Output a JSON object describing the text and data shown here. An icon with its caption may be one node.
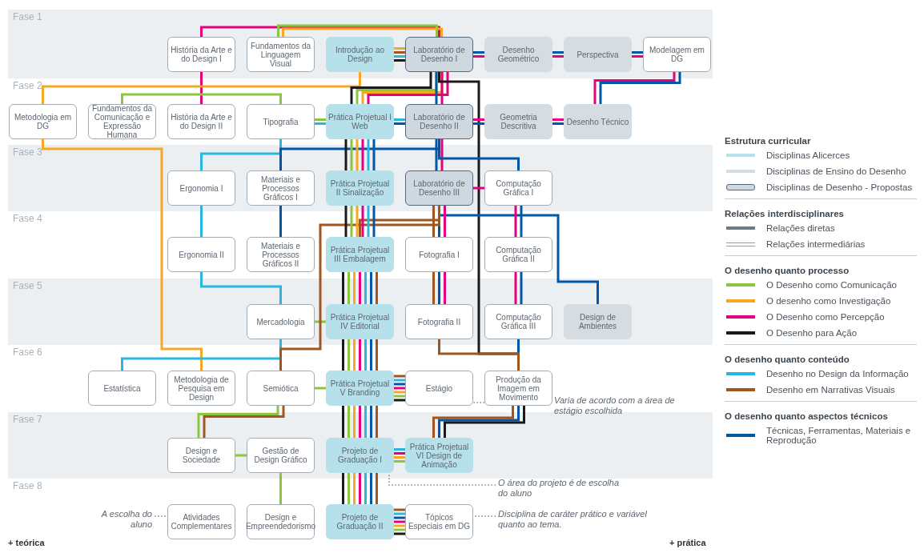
{
  "diagram": {
    "nodes": [
      {
        "text": [
          "Fase 1"
        ]
      },
      {
        "text": [
          "História da Arte e do Design I"
        ],
        "in": 0
      },
      {
        "text": [
          "Fundamentos da Linguagem Visual"
        ],
        "in": 0
      },
      {
        "text": [
          "Introdução ao Design"
        ],
        "in": 0
      },
      {
        "text": [
          "Laboratório de Desenho I"
        ],
        "in": 0
      },
      {
        "text": [
          "Desenho Geométrico"
        ],
        "in": 0
      },
      {
        "text": [
          "Perspectiva"
        ],
        "in": 0
      },
      {
        "text": [
          "Modelagem em DG"
        ],
        "in": 0
      },
      {
        "text": [
          "Fase 2"
        ]
      },
      {
        "text": [
          "Metodologia em DG"
        ],
        "in": 8
      },
      {
        "text": [
          "Fundamentos da Comunicação e Expressão Humana"
        ],
        "in": 8
      },
      {
        "text": [
          "História da Arte e do Design II"
        ],
        "in": 8
      },
      {
        "text": [
          "Tipografia"
        ],
        "in": 8
      },
      {
        "text": [
          "Prática Projetual I Web"
        ],
        "in": 8
      },
      {
        "text": [
          "Laboratório de Desenho II"
        ],
        "in": 8
      },
      {
        "text": [
          "Geometria Descritiva"
        ],
        "in": 8
      },
      {
        "text": [
          "Desenho Técnico"
        ],
        "in": 8
      },
      {
        "text": [
          "Fase 3"
        ]
      },
      {
        "text": [
          "Ergonomia I"
        ],
        "in": 17
      },
      {
        "text": [
          "Materiais e Processos Gráficos I"
        ],
        "in": 17
      },
      {
        "text": [
          "Prática Projetual II Sinalização"
        ],
        "in": 17
      },
      {
        "text": [
          "Laboratório de Desenho III"
        ],
        "in": 17
      },
      {
        "text": [
          "Computação Gráfica I"
        ],
        "in": 17
      },
      {
        "text": [
          "Fase 4"
        ]
      },
      {
        "text": [
          "Ergonomia II"
        ],
        "in": 23
      },
      {
        "text": [
          "Materiais e Processos Gráficos II"
        ],
        "in": 23
      },
      {
        "text": [
          "Prática Projetual III Embalagem"
        ],
        "in": 23
      },
      {
        "text": [
          "Fotografia I"
        ],
        "in": 23
      },
      {
        "text": [
          "Computação Gráfica II"
        ],
        "in": 23
      },
      {
        "text": [
          "Fase 5"
        ]
      },
      {
        "text": [
          "Mercadologia"
        ],
        "in": 29
      },
      {
        "text": [
          "Prática Projetual IV Editorial"
        ],
        "in": 29
      },
      {
        "text": [
          "Fotografia II"
        ],
        "in": 29
      },
      {
        "text": [
          "Computação Gráfica III"
        ],
        "in": 29
      },
      {
        "text": [
          "Design de Ambientes"
        ],
        "in": 29
      },
      {
        "text": [
          "Fase 6"
        ]
      },
      {
        "text": [
          "Estatística"
        ],
        "in": 35
      },
      {
        "text": [
          "Metodologia de Pesquisa em Design"
        ],
        "in": 35
      },
      {
        "text": [
          "Semiótica"
        ],
        "in": 35
      },
      {
        "text": [
          "Prática Projetual V Branding"
        ],
        "in": 35
      },
      {
        "text": [
          "Estágio"
        ],
        "in": 35
      },
      {
        "text": [
          "Produção da Imagem em Movimento"
        ],
        "in": 35
      },
      {
        "text": [
          "Fase 7"
        ]
      },
      {
        "text": [
          "Design e Sociedade"
        ],
        "in": 42
      },
      {
        "text": [
          "Gestão de Design Gráfico"
        ],
        "in": 42
      },
      {
        "text": [
          "Projeto de Graduação I"
        ],
        "in": 42
      },
      {
        "text": [
          "Prática Projetual VI Design de Animação"
        ],
        "in": 42
      },
      {
        "text": [
          "Fase 8"
        ]
      },
      {
        "text": [
          "Atividades Complementares"
        ],
        "in": 47
      },
      {
        "text": [
          "Design e Empreendedorismo"
        ],
        "in": 47
      },
      {
        "text": [
          "Projeto de Graduação II"
        ],
        "in": 47
      },
      {
        "text": [
          "Tópicos Especiais em DG"
        ],
        "in": 47
      },
      {
        "text": [
          "A escolha do aluno"
        ],
        "in": 47
      },
      {
        "text": [
          "Varia de acordo com a área de estágio escolhida"
        ],
        "in": 35
      },
      {
        "text": [
          "O área do projeto é de escolha do aluno"
        ],
        "in": 47
      },
      {
        "text": [
          "Disciplina  de caráter prático e variável quanto ao tema."
        ],
        "in": 47
      }
    ],
    "edges": [
      {
        "from": 1,
        "to": 11,
        "arrow": "none",
        "color": "#e6007e"
      },
      {
        "from": 1,
        "to": 4,
        "arrow": "none",
        "color": "#e6007e"
      },
      {
        "from": 2,
        "to": 4,
        "arrow": "none",
        "color": "#8cc63f"
      },
      {
        "from": 2,
        "to": 4,
        "arrow": "none",
        "color": "#f7a823"
      },
      {
        "from": 3,
        "to": 4,
        "arrow": "none",
        "color": "#f7a823"
      },
      {
        "from": 3,
        "to": 4,
        "arrow": "none",
        "color": "#a0561e"
      },
      {
        "from": 3,
        "to": 4,
        "arrow": "none",
        "color": "#29b6e0"
      },
      {
        "from": 3,
        "to": 4,
        "arrow": "none",
        "color": "#1a1a1a"
      },
      {
        "from": 4,
        "to": 5,
        "arrow": "none",
        "color": "#0057a8"
      },
      {
        "from": 4,
        "to": 5,
        "arrow": "none",
        "color": "#e6007e"
      },
      {
        "from": 5,
        "to": 6,
        "arrow": "none",
        "color": "#0057a8"
      },
      {
        "from": 5,
        "to": 6,
        "arrow": "none",
        "color": "#e6007e"
      },
      {
        "from": 6,
        "to": 7,
        "arrow": "none",
        "color": "#0057a8"
      },
      {
        "from": 6,
        "to": 7,
        "arrow": "none",
        "color": "#e6007e"
      },
      {
        "from": 7,
        "to": 16,
        "arrow": "none",
        "color": "#e6007e"
      },
      {
        "from": 7,
        "to": 16,
        "arrow": "none",
        "color": "#0057a8"
      },
      {
        "from": 3,
        "to": 9,
        "arrow": "none",
        "color": "#f7a823"
      },
      {
        "from": 9,
        "to": 37,
        "arrow": "none",
        "color": "#f7a823"
      },
      {
        "from": 10,
        "to": 12,
        "arrow": "none",
        "color": "#8cc63f"
      },
      {
        "from": 12,
        "to": 13,
        "arrow": "none",
        "color": "#8cc63f"
      },
      {
        "from": 12,
        "to": 13,
        "arrow": "none",
        "color": "#29b6e0"
      },
      {
        "from": 12,
        "to": 18,
        "arrow": "none",
        "color": "#29b6e0"
      },
      {
        "from": 4,
        "to": 13,
        "arrow": "none",
        "color": "#1a1a1a"
      },
      {
        "from": 4,
        "to": 13,
        "arrow": "none",
        "color": "#8cc63f"
      },
      {
        "from": 4,
        "to": 13,
        "arrow": "none",
        "color": "#f7a823"
      },
      {
        "from": 4,
        "to": 13,
        "arrow": "none",
        "color": "#e6007e"
      },
      {
        "from": 4,
        "to": 14,
        "arrow": "none",
        "color": "#0057a8"
      },
      {
        "from": 4,
        "to": 14,
        "arrow": "none",
        "color": "#e6007e"
      },
      {
        "from": 4,
        "to": 41,
        "arrow": "none",
        "color": "#1a1a1a"
      },
      {
        "from": 14,
        "to": 13,
        "arrow": "none",
        "color": "#29b6e0"
      },
      {
        "from": 14,
        "to": 13,
        "arrow": "none",
        "color": "#0057a8"
      },
      {
        "from": 14,
        "to": 15,
        "arrow": "none",
        "color": "#e6007e"
      },
      {
        "from": 14,
        "to": 15,
        "arrow": "none",
        "color": "#0057a8"
      },
      {
        "from": 15,
        "to": 16,
        "arrow": "none",
        "color": "#e6007e"
      },
      {
        "from": 15,
        "to": 16,
        "arrow": "none",
        "color": "#0057a8"
      },
      {
        "from": 14,
        "to": 21,
        "arrow": "none",
        "color": "#0057a8"
      },
      {
        "from": 14,
        "to": 21,
        "arrow": "none",
        "color": "#e6007e"
      },
      {
        "from": 14,
        "to": 22,
        "arrow": "none",
        "color": "#0057a8"
      },
      {
        "from": 19,
        "to": 14,
        "arrow": "none",
        "color": "#0057a8"
      },
      {
        "from": 19,
        "to": 25,
        "arrow": "none",
        "color": "#0057a8"
      },
      {
        "from": 18,
        "to": 24,
        "arrow": "none",
        "color": "#29b6e0"
      },
      {
        "from": 21,
        "to": 22,
        "arrow": "none",
        "color": "#e6007e"
      },
      {
        "from": 21,
        "to": 34,
        "arrow": "none",
        "color": "#0057a8"
      },
      {
        "from": 21,
        "to": 26,
        "arrow": "none",
        "color": "#a0561e"
      },
      {
        "from": 21,
        "to": 27,
        "arrow": "none",
        "color": "#a0561e"
      },
      {
        "from": 21,
        "to": 27,
        "arrow": "none",
        "color": "#0057a8"
      },
      {
        "from": 21,
        "to": 27,
        "arrow": "none",
        "color": "#e6007e"
      },
      {
        "from": 22,
        "to": 28,
        "arrow": "none",
        "color": "#e6007e"
      },
      {
        "from": 22,
        "to": 28,
        "arrow": "none",
        "color": "#0057a8"
      },
      {
        "from": 28,
        "to": 33,
        "arrow": "none",
        "color": "#e6007e"
      },
      {
        "from": 28,
        "to": 33,
        "arrow": "none",
        "color": "#0057a8"
      },
      {
        "from": 27,
        "to": 32,
        "arrow": "none",
        "color": "#a0561e"
      },
      {
        "from": 27,
        "to": 32,
        "arrow": "none",
        "color": "#0057a8"
      },
      {
        "from": 27,
        "to": 32,
        "arrow": "none",
        "color": "#e6007e"
      },
      {
        "from": 24,
        "to": 30,
        "arrow": "none",
        "color": "#29b6e0"
      },
      {
        "from": 30,
        "to": 36,
        "arrow": "none",
        "color": "#29b6e0"
      },
      {
        "from": 30,
        "to": 31,
        "arrow": "none",
        "color": "#8cc63f"
      },
      {
        "from": 38,
        "to": 21,
        "arrow": "none",
        "color": "#a0561e"
      },
      {
        "from": 38,
        "to": 39,
        "arrow": "none",
        "color": "#8cc63f"
      },
      {
        "from": 38,
        "to": 43,
        "arrow": "none",
        "color": "#8cc63f"
      },
      {
        "from": 38,
        "to": 43,
        "arrow": "none",
        "color": "#a0561e"
      },
      {
        "from": 43,
        "to": 44,
        "arrow": "none",
        "color": "#8cc63f"
      },
      {
        "from": 44,
        "to": 49,
        "arrow": "none",
        "color": "#8cc63f"
      },
      {
        "from": 33,
        "to": 41,
        "arrow": "none",
        "color": "#0057a8"
      },
      {
        "from": 32,
        "to": 41,
        "arrow": "none",
        "color": "#a0561e"
      },
      {
        "from": 41,
        "to": 46,
        "arrow": "none",
        "color": "#a0561e"
      },
      {
        "from": 41,
        "to": 46,
        "arrow": "none",
        "color": "#0057a8"
      },
      {
        "from": 41,
        "to": 46,
        "arrow": "none",
        "color": "#1a1a1a"
      },
      {
        "from": 13,
        "to": 20,
        "arrow": "none",
        "color": "#1a1a1a"
      },
      {
        "from": 13,
        "to": 20,
        "arrow": "none",
        "color": "#8cc63f"
      },
      {
        "from": 13,
        "to": 20,
        "arrow": "none",
        "color": "#f7a823"
      },
      {
        "from": 13,
        "to": 20,
        "arrow": "none",
        "color": "#e6007e"
      },
      {
        "from": 13,
        "to": 20,
        "arrow": "none",
        "color": "#29b6e0"
      },
      {
        "from": 13,
        "to": 20,
        "arrow": "none",
        "color": "#0057a8"
      },
      {
        "from": 20,
        "to": 26,
        "arrow": "none",
        "color": "#1a1a1a"
      },
      {
        "from": 20,
        "to": 26,
        "arrow": "none",
        "color": "#8cc63f"
      },
      {
        "from": 20,
        "to": 26,
        "arrow": "none",
        "color": "#f7a823"
      },
      {
        "from": 20,
        "to": 26,
        "arrow": "none",
        "color": "#e6007e"
      },
      {
        "from": 20,
        "to": 26,
        "arrow": "none",
        "color": "#29b6e0"
      },
      {
        "from": 20,
        "to": 26,
        "arrow": "none",
        "color": "#0057a8"
      },
      {
        "from": 26,
        "to": 31,
        "arrow": "none",
        "color": "#1a1a1a"
      },
      {
        "from": 26,
        "to": 31,
        "arrow": "none",
        "color": "#8cc63f"
      },
      {
        "from": 26,
        "to": 31,
        "arrow": "none",
        "color": "#f7a823"
      },
      {
        "from": 26,
        "to": 31,
        "arrow": "none",
        "color": "#e6007e"
      },
      {
        "from": 26,
        "to": 31,
        "arrow": "none",
        "color": "#29b6e0"
      },
      {
        "from": 26,
        "to": 31,
        "arrow": "none",
        "color": "#0057a8"
      },
      {
        "from": 26,
        "to": 31,
        "arrow": "none",
        "color": "#a0561e"
      },
      {
        "from": 31,
        "to": 39,
        "arrow": "none",
        "color": "#1a1a1a"
      },
      {
        "from": 31,
        "to": 39,
        "arrow": "none",
        "color": "#8cc63f"
      },
      {
        "from": 31,
        "to": 39,
        "arrow": "none",
        "color": "#f7a823"
      },
      {
        "from": 31,
        "to": 39,
        "arrow": "none",
        "color": "#e6007e"
      },
      {
        "from": 31,
        "to": 39,
        "arrow": "none",
        "color": "#29b6e0"
      },
      {
        "from": 31,
        "to": 39,
        "arrow": "none",
        "color": "#0057a8"
      },
      {
        "from": 31,
        "to": 39,
        "arrow": "none",
        "color": "#a0561e"
      },
      {
        "from": 39,
        "to": 45,
        "arrow": "none",
        "color": "#1a1a1a"
      },
      {
        "from": 39,
        "to": 45,
        "arrow": "none",
        "color": "#8cc63f"
      },
      {
        "from": 39,
        "to": 45,
        "arrow": "none",
        "color": "#f7a823"
      },
      {
        "from": 39,
        "to": 45,
        "arrow": "none",
        "color": "#e6007e"
      },
      {
        "from": 39,
        "to": 45,
        "arrow": "none",
        "color": "#29b6e0"
      },
      {
        "from": 39,
        "to": 45,
        "arrow": "none",
        "color": "#0057a8"
      },
      {
        "from": 39,
        "to": 45,
        "arrow": "none",
        "color": "#a0561e"
      },
      {
        "from": 45,
        "to": 50,
        "arrow": "none",
        "color": "#1a1a1a"
      },
      {
        "from": 45,
        "to": 50,
        "arrow": "none",
        "color": "#8cc63f"
      },
      {
        "from": 45,
        "to": 50,
        "arrow": "none",
        "color": "#f7a823"
      },
      {
        "from": 45,
        "to": 50,
        "arrow": "none",
        "color": "#e6007e"
      },
      {
        "from": 45,
        "to": 50,
        "arrow": "none",
        "color": "#29b6e0"
      },
      {
        "from": 45,
        "to": 50,
        "arrow": "none",
        "color": "#0057a8"
      },
      {
        "from": 45,
        "to": 50,
        "arrow": "none",
        "color": "#a0561e"
      },
      {
        "from": 39,
        "to": 40,
        "arrow": "none",
        "color": "#a0561e"
      },
      {
        "from": 39,
        "to": 40,
        "arrow": "none",
        "color": "#29b6e0"
      },
      {
        "from": 39,
        "to": 40,
        "arrow": "none",
        "color": "#0057a8"
      },
      {
        "from": 39,
        "to": 40,
        "arrow": "none",
        "color": "#e6007e"
      },
      {
        "from": 39,
        "to": 40,
        "arrow": "none",
        "color": "#f7a823"
      },
      {
        "from": 39,
        "to": 40,
        "arrow": "none",
        "color": "#8cc63f"
      },
      {
        "from": 39,
        "to": 40,
        "arrow": "none",
        "color": "#1a1a1a"
      },
      {
        "from": 45,
        "to": 46,
        "arrow": "none",
        "color": "#29b6e0"
      },
      {
        "from": 45,
        "to": 46,
        "arrow": "none",
        "color": "#e6007e"
      },
      {
        "from": 45,
        "to": 46,
        "arrow": "none",
        "color": "#f7a823"
      },
      {
        "from": 45,
        "to": 46,
        "arrow": "none",
        "color": "#8cc63f"
      },
      {
        "from": 50,
        "to": 51,
        "arrow": "none",
        "color": "#a0561e"
      },
      {
        "from": 50,
        "to": 51,
        "arrow": "none",
        "color": "#29b6e0"
      },
      {
        "from": 50,
        "to": 51,
        "arrow": "none",
        "color": "#0057a8"
      },
      {
        "from": 50,
        "to": 51,
        "arrow": "none",
        "color": "#e6007e"
      },
      {
        "from": 50,
        "to": 51,
        "arrow": "none",
        "color": "#f7a823"
      },
      {
        "from": 50,
        "to": 51,
        "arrow": "none",
        "color": "#8cc63f"
      },
      {
        "from": 50,
        "to": 51,
        "arrow": "none",
        "color": "#1a1a1a"
      },
      {
        "from": 52,
        "to": 48,
        "arrow": "none",
        "style": "dashed",
        "color": "#888888"
      },
      {
        "from": 53,
        "to": 40,
        "arrow": "none",
        "style": "dashed",
        "color": "#888888"
      },
      {
        "from": 54,
        "to": 45,
        "arrow": "none",
        "style": "dashed",
        "color": "#888888"
      },
      {
        "from": 55,
        "to": 51,
        "arrow": "none",
        "style": "dashed",
        "color": "#888888"
      }
    ],
    "labels": [
      "Estrutura curricular",
      "Relações interdisciplinares",
      "O desenho quanto processo",
      "O desenho quanto conteúdo",
      "O desenho quanto aspectos técnicos",
      "+ teórica",
      "+ prática"
    ],
    "legend": [
      {
        "text": "Disciplinas Alicerces",
        "color": "#b7e1ea"
      },
      {
        "text": "Disciplinas de Ensino do Desenho",
        "color": "#d5dce2"
      },
      {
        "text": "Disciplinas de Desenho - Propostas"
      },
      {
        "text": "Relações diretas"
      },
      {
        "text": "Relações intermediárias"
      },
      {
        "text": "O Desenho como Comunicação",
        "color": "#8cc63f"
      },
      {
        "text": "O desenho como Investigação",
        "color": "#f7a823"
      },
      {
        "text": "O Desenho como Percepção",
        "color": "#e6007e"
      },
      {
        "text": "O Desenho para Ação",
        "color": "#1a1a1a"
      },
      {
        "text": "Desenho no Design da Informação",
        "color": "#29b6e0"
      },
      {
        "text": "Desenho em Narrativas Visuais",
        "color": "#a0561e"
      },
      {
        "text": "Técnicas, Ferramentas, Materiais e Reprodução",
        "color": "#0057a8"
      }
    ]
  }
}
